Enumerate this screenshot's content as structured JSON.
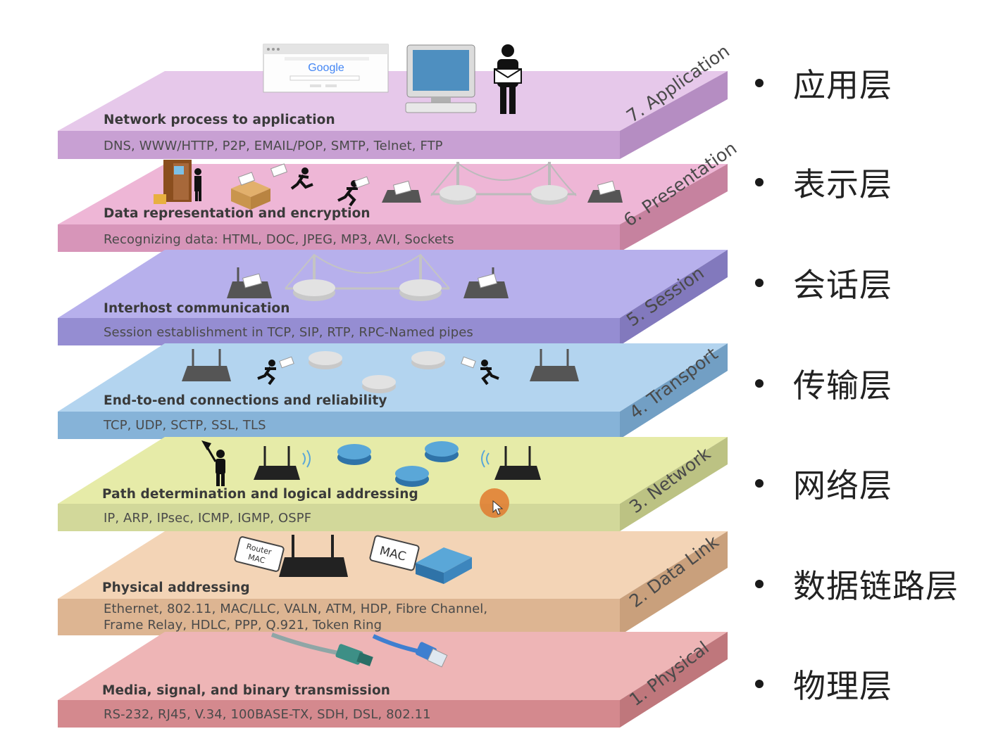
{
  "layers": [
    {
      "name": "7. Application",
      "description": "Network process to application",
      "protocols": [
        "DNS, WWW/HTTP, P2P, EMAIL/POP, SMTP, Telnet, FTP"
      ],
      "top_color": "#e6c8ea",
      "front_color": "#c8a0d3",
      "chinese": "应用层",
      "icons": [
        "browser-window-icon",
        "computer-icon",
        "person-with-letter-icon"
      ]
    },
    {
      "name": "6. Presentation",
      "description": "Data representation and encryption",
      "protocols": [
        "Recognizing data: HTML, DOC, JPEG, MP3, AVI, Sockets"
      ],
      "top_color": "#eeb6d6",
      "front_color": "#d795b9",
      "chinese": "表示层",
      "icons": [
        "vault-door-icon",
        "box-icon",
        "running-person-icon",
        "router-icon",
        "bridge-icon"
      ]
    },
    {
      "name": "5. Session",
      "description": "Interhost communication",
      "protocols": [
        "Session establishment in TCP, SIP, RTP, RPC-Named pipes"
      ],
      "top_color": "#b7b0ec",
      "front_color": "#958dd2",
      "chinese": "会话层",
      "icons": [
        "router-icon",
        "bridge-icon"
      ]
    },
    {
      "name": "4. Transport",
      "description": "End-to-end connections and reliability",
      "protocols": [
        "TCP, UDP, SCTP, SSL, TLS"
      ],
      "top_color": "#b3d4ef",
      "front_color": "#86b3d8",
      "chinese": "传输层",
      "icons": [
        "router-icon",
        "running-person-icon"
      ]
    },
    {
      "name": "3. Network",
      "description": "Path determination and logical addressing",
      "protocols": [
        "IP, ARP, IPsec, ICMP, IGMP, OSPF"
      ],
      "top_color": "#e6eba8",
      "front_color": "#d2d89a",
      "chinese": "网络层",
      "icons": [
        "person-with-flag-icon",
        "wireless-router-icon",
        "router-icon"
      ]
    },
    {
      "name": "2. Data Link",
      "description": "Physical addressing",
      "protocols": [
        "Ethernet, 802.11, MAC/LLC, VALN, ATM, HDP, Fibre Channel,",
        "Frame Relay, HDLC,  PPP, Q.921, Token Ring"
      ],
      "top_color": "#f3d4b6",
      "front_color": "#ddb592",
      "chinese": "数据链路层",
      "icons": [
        "mac-tag-icon",
        "wireless-router-icon",
        "switch-icon"
      ],
      "tags": [
        "Router",
        "MAC",
        "MAC"
      ]
    },
    {
      "name": "1. Physical",
      "description": "Media, signal, and binary transmission",
      "protocols": [
        "RS-232, RJ45, V.34, 100BASE-TX, SDH, DSL, 802.11"
      ],
      "top_color": "#eeb5b6",
      "front_color": "#d4898e",
      "chinese": "物理层",
      "icons": [
        "fiber-cable-icon",
        "ethernet-cable-icon"
      ]
    }
  ],
  "browser": {
    "logo": "Google"
  },
  "colors": {
    "text_dark": "#3a3a3a",
    "cursor": "#e07a2e"
  }
}
